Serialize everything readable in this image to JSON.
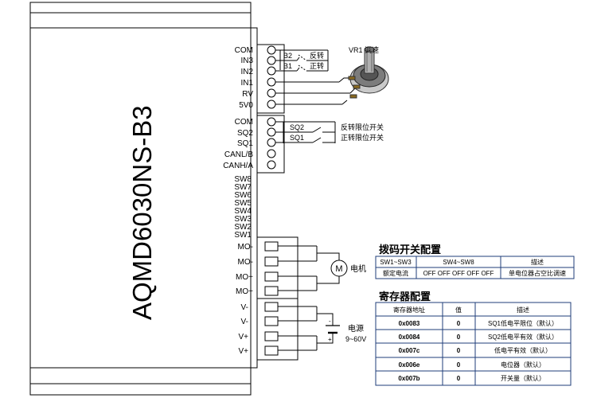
{
  "device": {
    "model": "AQMD6030NS-B3"
  },
  "terminal_block_1": {
    "pins": [
      "COM",
      "IN3",
      "IN2",
      "IN1",
      "RV",
      "5V0"
    ],
    "wires": [
      {
        "label": "B2",
        "function": "反转"
      },
      {
        "label": "B1",
        "function": "正转"
      }
    ]
  },
  "potentiometer": {
    "label": "VR1 调速"
  },
  "terminal_block_2": {
    "pins": [
      "COM",
      "SQ2",
      "SQ1",
      "CANL/B",
      "CANH/A"
    ],
    "switches": [
      {
        "label": "SQ2",
        "function": "反转限位开关"
      },
      {
        "label": "SQ1",
        "function": "正转限位开关"
      }
    ]
  },
  "dip_switches": [
    "SW8",
    "SW7",
    "SW6",
    "SW5",
    "SW4",
    "SW3",
    "SW2",
    "SW1"
  ],
  "motor_block": {
    "pins": [
      "MO-",
      "MO-",
      "MO+",
      "MO+"
    ],
    "motor_symbol": "M",
    "motor_label": "电机"
  },
  "power_block": {
    "pins": [
      "V-",
      "V-",
      "V+",
      "V+"
    ],
    "battery_minus": "-",
    "battery_plus": "+",
    "power_label": "电源",
    "power_range": "9~60V"
  },
  "dip_config": {
    "title": "拨码开关配置",
    "headers": [
      "SW1~SW3",
      "SW4~SW8",
      "描述"
    ],
    "rows": [
      [
        "额定电流",
        "OFF OFF OFF OFF OFF",
        "单电位器占空比调速"
      ]
    ]
  },
  "register_config": {
    "title": "寄存器配置",
    "headers": [
      "寄存器地址",
      "值",
      "描述"
    ],
    "rows": [
      [
        "0x0083",
        "0",
        "SQ1低电平限位（默认）"
      ],
      [
        "0x0084",
        "0",
        "SQ2低电平有效（默认）"
      ],
      [
        "0x007c",
        "0",
        "低电平有效（默认）"
      ],
      [
        "0x006e",
        "0",
        "电位器（默认）"
      ],
      [
        "0x007b",
        "0",
        "开关量（默认）"
      ]
    ]
  }
}
